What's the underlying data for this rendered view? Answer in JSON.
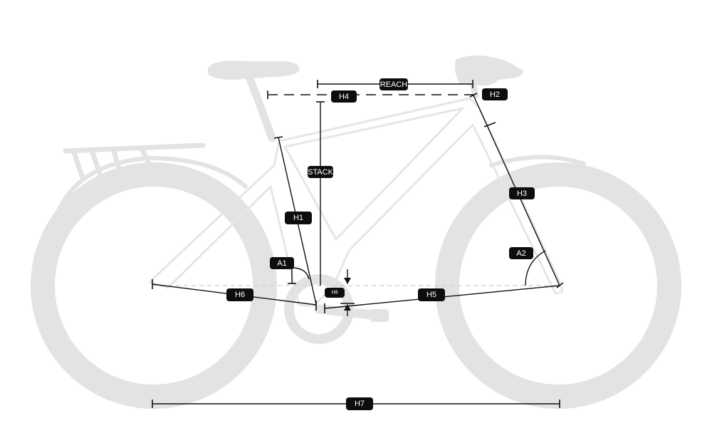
{
  "labels": {
    "reach": "REACH",
    "h4": "H4",
    "h2": "H2",
    "stack": "STACK",
    "h3": "H3",
    "h1": "H1",
    "a1": "A1",
    "a2": "A2",
    "h8": "H8",
    "h6": "H6",
    "h5": "H5",
    "h7": "H7"
  },
  "colors": {
    "background": "#ffffff",
    "bike_silhouette": "#e3e3e3",
    "dimension_lines": "#111111",
    "badge_fill": "#0d0d0d",
    "badge_text": "#ffffff"
  }
}
